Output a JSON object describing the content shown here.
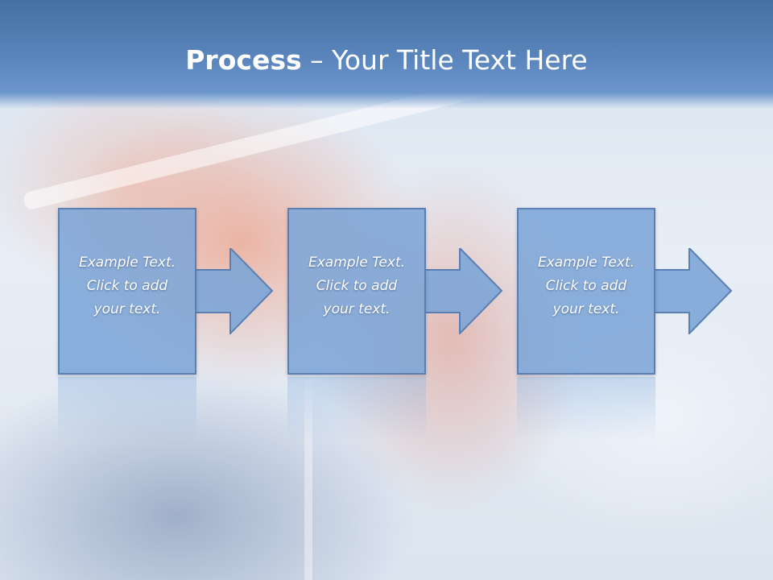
{
  "slide": {
    "title_bold": "Process",
    "title_rest": " – Your Title Text Here"
  },
  "steps": [
    {
      "text": "Example Text.\nClick  to add\nyour text."
    },
    {
      "text": "Example Text.\nClick  to add\nyour text."
    },
    {
      "text": "Example Text.\nClick  to add\nyour text."
    }
  ],
  "colors": {
    "header": "#5b86bd",
    "box_fill": "#7da5d7",
    "box_border": "#5a7fb3",
    "text": "#ffffff"
  },
  "icons": [
    "right-arrow-icon"
  ]
}
